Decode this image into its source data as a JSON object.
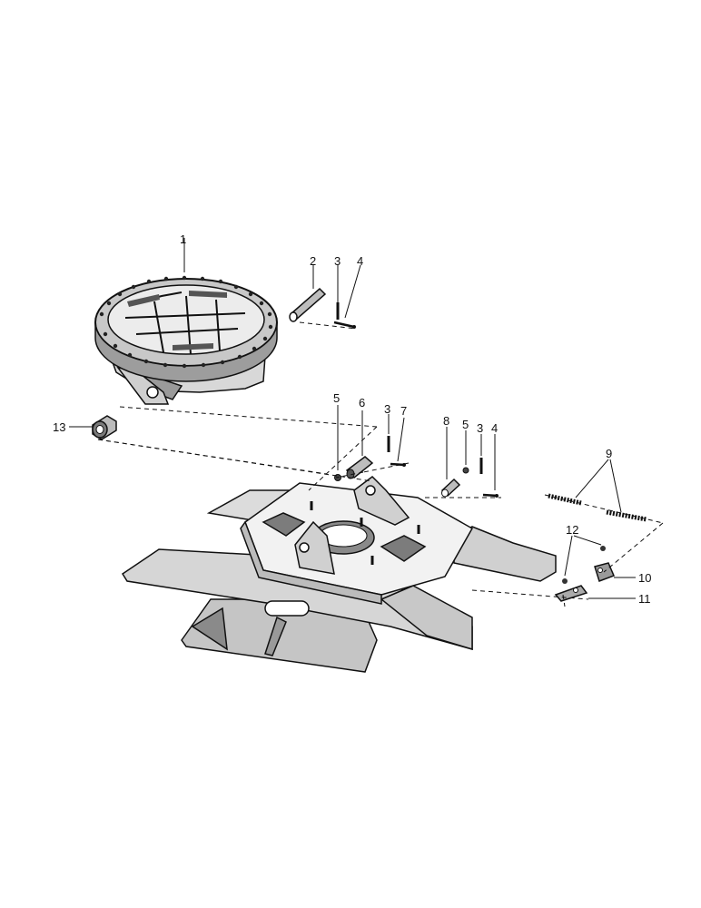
{
  "callouts": [
    {
      "id": "c1",
      "number": "1"
    },
    {
      "id": "c2",
      "number": "2"
    },
    {
      "id": "c3a",
      "number": "3"
    },
    {
      "id": "c4a",
      "number": "4"
    },
    {
      "id": "c5a",
      "number": "5"
    },
    {
      "id": "c6",
      "number": "6"
    },
    {
      "id": "c3b",
      "number": "3"
    },
    {
      "id": "c7",
      "number": "7"
    },
    {
      "id": "c8",
      "number": "8"
    },
    {
      "id": "c5b",
      "number": "5"
    },
    {
      "id": "c3c",
      "number": "3"
    },
    {
      "id": "c4b",
      "number": "4"
    },
    {
      "id": "c9",
      "number": "9"
    },
    {
      "id": "c12",
      "number": "12"
    },
    {
      "id": "c10",
      "number": "10"
    },
    {
      "id": "c11",
      "number": "11"
    },
    {
      "id": "c13",
      "number": "13"
    }
  ]
}
